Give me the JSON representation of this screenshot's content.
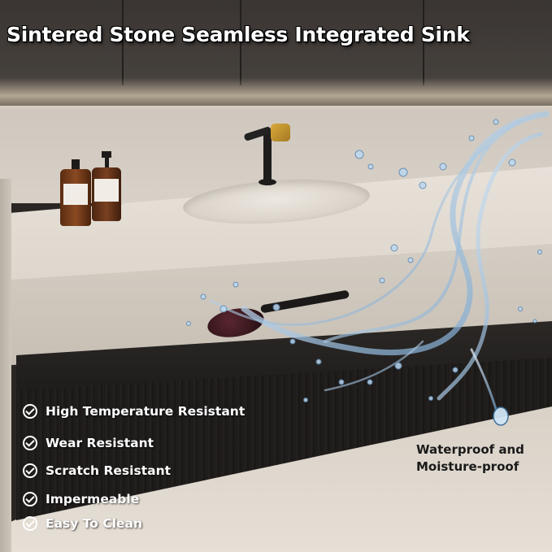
{
  "title": "Sintered Stone Seamless Integrated Sink",
  "features": [
    {
      "label": "High Temperature Resistant",
      "icon": "check-circle-icon"
    },
    {
      "label": "Wear Resistant",
      "icon": "check-circle-icon"
    },
    {
      "label": "Scratch Resistant",
      "icon": "check-circle-icon"
    },
    {
      "label": "Impermeable",
      "icon": "check-circle-icon"
    },
    {
      "label": "Easy To Clean",
      "icon": "check-circle-icon"
    }
  ],
  "callout": {
    "line1": "Waterproof and",
    "line2": "Moisture-proof"
  },
  "colors": {
    "title_text": "#ffffff",
    "feature_text": "#ffffff",
    "callout_text": "#1a1a1a",
    "water": "#a9c9e6"
  }
}
